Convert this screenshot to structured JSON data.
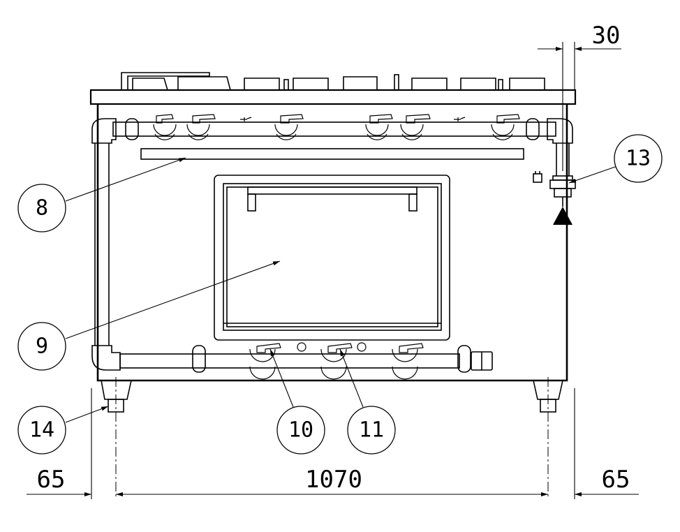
{
  "callouts": {
    "c8": "8",
    "c9": "9",
    "c10": "10",
    "c11": "11",
    "c13": "13",
    "c14": "14"
  },
  "dimensions": {
    "left_offset": "65",
    "width": "1070",
    "right_offset": "65",
    "pipe_offset": "30"
  }
}
